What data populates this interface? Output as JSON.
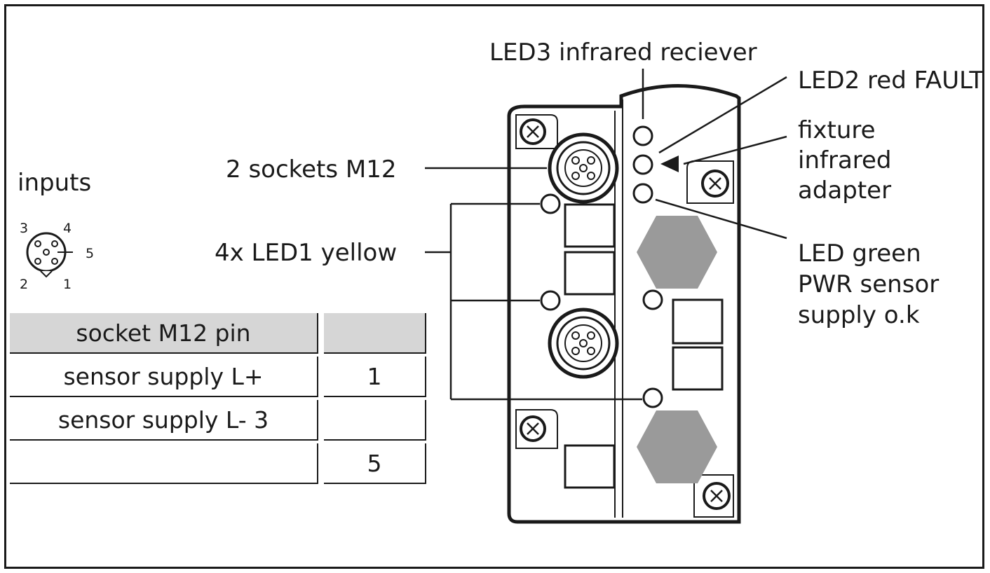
{
  "left": {
    "inputs_label": "inputs",
    "pins": {
      "p1": "1",
      "p2": "2",
      "p3": "3",
      "p4": "4",
      "p5": "5"
    }
  },
  "table": {
    "header": {
      "left": "socket M12 pin",
      "right": ""
    },
    "rows": [
      {
        "left": "sensor supply L+",
        "right": "1"
      },
      {
        "left": "sensor supply L- 3",
        "right": ""
      },
      {
        "left": "",
        "right": "5"
      }
    ]
  },
  "callouts": {
    "sockets": "2 sockets M12",
    "led1": "4x LED1 yellow",
    "led3": "LED3 infrared reciever",
    "led2": "LED2 red FAULT",
    "fixture": [
      "fixture",
      "infrared",
      "adapter"
    ],
    "pwr": [
      "LED green",
      "PWR sensor",
      "supply o.k"
    ]
  },
  "colors": {
    "line": "#1a1a1a",
    "header_fill": "#d6d6d6",
    "hex_fill": "#9a9a9a"
  }
}
